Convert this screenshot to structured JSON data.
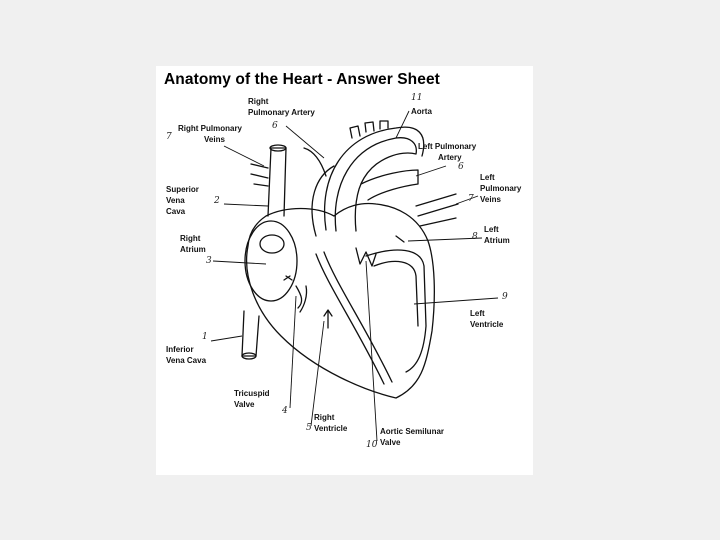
{
  "title": "Anatomy of the Heart - Answer Sheet",
  "labels": {
    "right_pulmonary_artery": [
      "Right",
      "Pulmonary Artery"
    ],
    "aorta": [
      "Aorta"
    ],
    "right_pulmonary_veins": [
      "Right Pulmonary",
      "Veins"
    ],
    "left_pulmonary_artery": [
      "Left Pulmonary",
      "Artery"
    ],
    "left_pulmonary_veins": [
      "Left",
      "Pulmonary",
      "Veins"
    ],
    "superior_vena_cava": [
      "Superior",
      "Vena",
      "Cava"
    ],
    "left_atrium": [
      "Left",
      "Atrium"
    ],
    "right_atrium": [
      "Right",
      "Atrium"
    ],
    "left_ventricle": [
      "Left",
      "Ventricle"
    ],
    "inferior_vena_cava": [
      "Inferior",
      "Vena Cava"
    ],
    "tricuspid_valve": [
      "Tricuspid",
      "Valve"
    ],
    "right_ventricle": [
      "Right",
      "Ventricle"
    ],
    "aortic_semilunar_valve": [
      "Aortic Semilunar",
      "Valve"
    ]
  },
  "numbers": {
    "aorta": "11",
    "right_pulmonary_artery": "6",
    "right_pulmonary_veins": "7",
    "left_pulmonary_artery": "6",
    "left_pulmonary_veins": "7",
    "superior_vena_cava": "2",
    "left_atrium": "8",
    "right_atrium": "3",
    "left_ventricle": "9",
    "inferior_vena_cava": "1",
    "tricuspid_valve": "4",
    "right_ventricle": "5",
    "aortic_semilunar_valve": "10"
  }
}
